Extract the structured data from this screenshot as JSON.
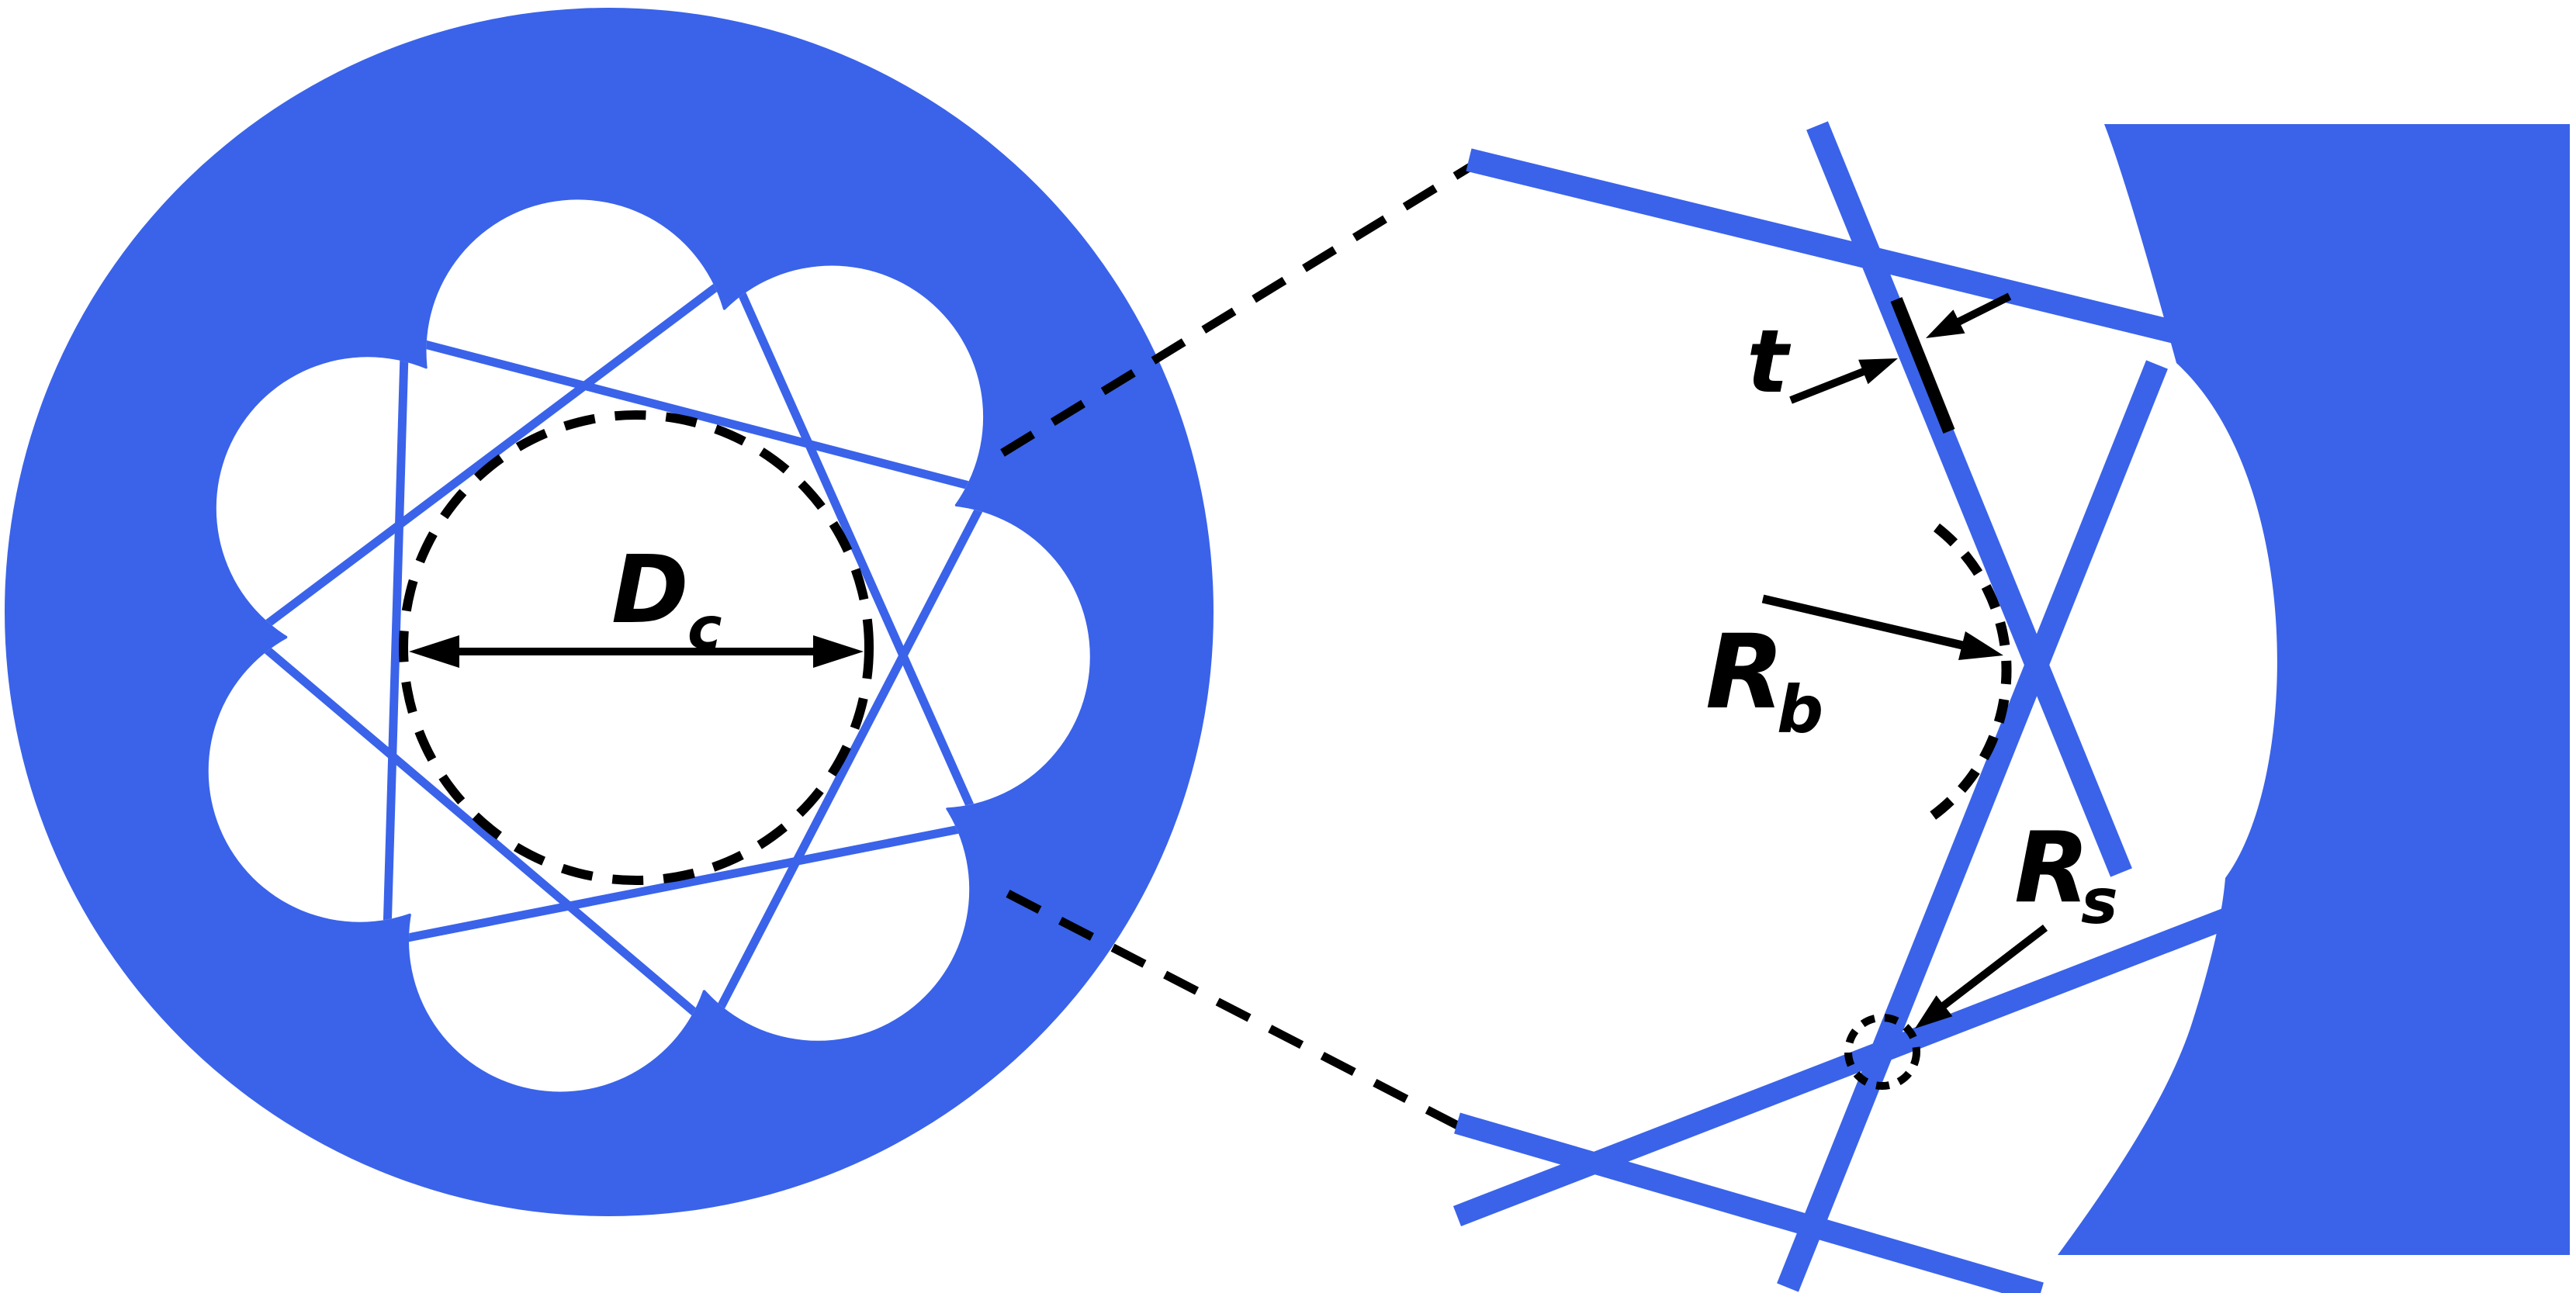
{
  "figure": {
    "type": "optical-fiber-cross-section-schematic",
    "left_panel": {
      "name": "full fiber cross-section",
      "tube_lobe_count": 7,
      "membrane_chord_count": 7
    },
    "right_panel": {
      "name": "magnified view of cladding region"
    }
  },
  "labels": {
    "core_diameter": {
      "symbol": "D",
      "subscript": "c"
    },
    "thickness": {
      "symbol": "t"
    },
    "bend_radius": {
      "symbol": "R",
      "subscript": "b"
    },
    "strut_radius": {
      "symbol": "R",
      "subscript": "s"
    }
  },
  "colors": {
    "fiber_blue": "#3A63EA",
    "annotation_black": "#000000",
    "background": "#FFFFFF"
  }
}
